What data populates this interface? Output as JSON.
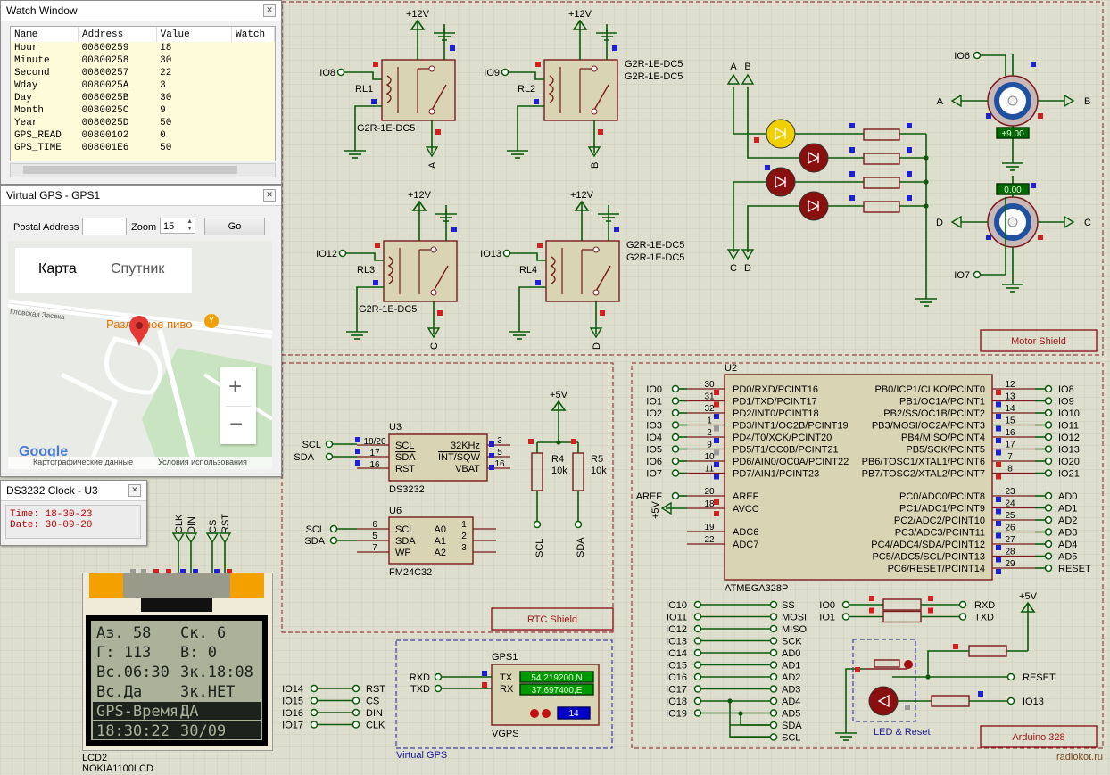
{
  "watch": {
    "title": "Watch Window",
    "headers": [
      "Name",
      "Address",
      "Value",
      "Watch"
    ],
    "rows": [
      [
        "Hour",
        "00800259",
        "18"
      ],
      [
        "Minute",
        "00800258",
        "30"
      ],
      [
        "Second",
        "00800257",
        "22"
      ],
      [
        "Wday",
        "0080025A",
        "3"
      ],
      [
        "Day",
        "0080025B",
        "30"
      ],
      [
        "Month",
        "0080025C",
        "9"
      ],
      [
        "Year",
        "0080025D",
        "50"
      ],
      [
        "GPS_READ",
        "00800102",
        "0"
      ],
      [
        "GPS_TIME",
        "008001E6",
        "50"
      ]
    ]
  },
  "gps_win": {
    "title": "Virtual GPS - GPS1",
    "postal_label": "Postal Address",
    "postal_value": "",
    "zoom_label": "Zoom",
    "zoom_value": "15",
    "go": "Go",
    "map_tab": "Карта",
    "sat_tab": "Спутник",
    "street": "Гловская Засека",
    "poi": "Разливное пиво",
    "footer1": "Картографические данные",
    "footer2": "Условия использования",
    "google": "Google",
    "zoom_in": "+",
    "zoom_out": "−"
  },
  "clock_win": {
    "title": "DS3232 Clock - U3",
    "time": "Time: 18-30-23",
    "date": "Date: 30-09-20"
  },
  "lcd": {
    "lines": [
      [
        "Аз. 58",
        "Ск. 6"
      ],
      [
        "Г: 113",
        "В: 0"
      ],
      [
        "Вс.06:30",
        "Зк.18:08"
      ],
      [
        "Вс.Да",
        "Зк.НЕТ"
      ],
      [
        "GPS-Время:",
        "ДА"
      ],
      [
        "18:30:22",
        "30/09"
      ]
    ],
    "ref": "LCD2",
    "part": "NOKIA1100LCD",
    "pins": [
      "CLK",
      "DIN",
      "CS",
      "RST"
    ]
  },
  "relays": [
    {
      "ref": "RL1",
      "part": "G2R-1E-DC5",
      "io": "IO8",
      "out": "A",
      "vcc": "+12V"
    },
    {
      "ref": "RL2",
      "part": "G2R-1E-DC5",
      "io": "IO9",
      "out": "B",
      "vcc": "+12V"
    },
    {
      "ref": "RL3",
      "part": "G2R-1E-DC5",
      "io": "IO12",
      "out": "C",
      "vcc": "+12V"
    },
    {
      "ref": "RL4",
      "part": "G2R-1E-DC5",
      "io": "IO13",
      "out": "D",
      "vcc": "+12V"
    }
  ],
  "motors": {
    "m1_io": "IO6",
    "m2_io": "IO7",
    "m1_val": "+9.00",
    "m2_val": "0.00",
    "labels": [
      "A",
      "B",
      "C",
      "D"
    ],
    "shield": "Motor Shield"
  },
  "rtc": {
    "u3_ref": "U3",
    "u3_part": "DS3232",
    "u3_left": [
      "SCL",
      "SDA",
      "RST"
    ],
    "u3_right": [
      "32KHz",
      "INT/SQW",
      "VBAT"
    ],
    "u3_pins_l": [
      "18/20",
      "17",
      "16"
    ],
    "u3_pins_r": [
      "3",
      "5",
      "16"
    ],
    "u6_ref": "U6",
    "u6_part": "FM24C32",
    "u6_left": [
      "SCL",
      "SDA",
      "WP"
    ],
    "u6_right": [
      "A0",
      "A1",
      "A2"
    ],
    "u6_pins_l": [
      "6",
      "5",
      "7"
    ],
    "u6_pins_r": [
      "1",
      "2",
      "3"
    ],
    "vcc": "+5V",
    "r4": "R4",
    "r5": "R5",
    "rval": "10k",
    "shield": "RTC Shield",
    "net_scl": "SCL",
    "net_sda": "SDA"
  },
  "vgps": {
    "ref": "GPS1",
    "part": "VGPS",
    "tx": "TX",
    "rx": "RX",
    "tx_val": "54.219200,N",
    "rx_val": "37.697400,E",
    "sats": "14",
    "rxd": "RXD",
    "txd": "TXD",
    "shield": "Virtual GPS"
  },
  "mcu": {
    "ref": "U2",
    "part": "ATMEGA328P",
    "left": [
      [
        "30",
        "PD0/RXD/PCINT16",
        "IO0"
      ],
      [
        "31",
        "PD1/TXD/PCINT17",
        "IO1"
      ],
      [
        "32",
        "PD2/INT0/PCINT18",
        "IO2"
      ],
      [
        "1",
        "PD3/INT1/OC2B/PCINT19",
        "IO3"
      ],
      [
        "2",
        "PD4/T0/XCK/PCINT20",
        "IO4"
      ],
      [
        "9",
        "PD5/T1/OC0B/PCINT21",
        "IO5"
      ],
      [
        "10",
        "PD6/AIN0/OC0A/PCINT22",
        "IO6"
      ],
      [
        "11",
        "PD7/AIN1/PCINT23",
        "IO7"
      ]
    ],
    "left2": [
      [
        "20",
        "AREF",
        "AREF"
      ],
      [
        "18",
        "AVCC",
        ""
      ],
      [
        "19",
        "ADC6",
        ""
      ],
      [
        "22",
        "ADC7",
        ""
      ]
    ],
    "right": [
      [
        "12",
        "PB0/ICP1/CLKO/PCINT0",
        "IO8"
      ],
      [
        "13",
        "PB1/OC1A/PCINT1",
        "IO9"
      ],
      [
        "14",
        "PB2/SS/OC1B/PCINT2",
        "IO10"
      ],
      [
        "15",
        "PB3/MOSI/OC2A/PCINT3",
        "IO11"
      ],
      [
        "16",
        "PB4/MISO/PCINT4",
        "IO12"
      ],
      [
        "17",
        "PB5/SCK/PCINT5",
        "IO13"
      ],
      [
        "7",
        "PB6/TOSC1/XTAL1/PCINT6",
        "IO20"
      ],
      [
        "8",
        "PB7/TOSC2/XTAL2/PCINT7",
        "IO21"
      ]
    ],
    "right2": [
      [
        "23",
        "PC0/ADC0/PCINT8",
        "AD0"
      ],
      [
        "24",
        "PC1/ADC1/PCINT9",
        "AD1"
      ],
      [
        "25",
        "PC2/ADC2/PCINT10",
        "AD2"
      ],
      [
        "26",
        "PC3/ADC3/PCINT11",
        "AD3"
      ],
      [
        "27",
        "PC4/ADC4/SDA/PCINT12",
        "AD4"
      ],
      [
        "28",
        "PC5/ADC5/SCL/PCINT13",
        "AD5"
      ],
      [
        "29",
        "PC6/RESET/PCINT14",
        "RESET"
      ]
    ],
    "avcc": "+5V"
  },
  "bottom": {
    "io_left": [
      "IO10",
      "IO11",
      "IO12",
      "IO13",
      "IO14",
      "IO15",
      "IO16",
      "IO17",
      "IO18",
      "IO19"
    ],
    "io_right": [
      "SS",
      "MOSI",
      "MISO",
      "SCK",
      "AD0",
      "AD1",
      "AD2",
      "AD3",
      "AD4",
      "AD5",
      "SDA",
      "SCL"
    ],
    "lcd_io": [
      "IO14",
      "IO15",
      "IO16",
      "IO17"
    ],
    "lcd_sig": [
      "RST",
      "CS",
      "DIN",
      "CLK"
    ],
    "uart_l": [
      "IO0",
      "IO1"
    ],
    "uart_r": [
      "RXD",
      "TXD"
    ],
    "vcc": "+5V",
    "reset": "RESET",
    "io13": "IO13",
    "led_reset": "LED & Reset",
    "arduino": "Arduino 328"
  },
  "watermark": "radiokot.ru"
}
